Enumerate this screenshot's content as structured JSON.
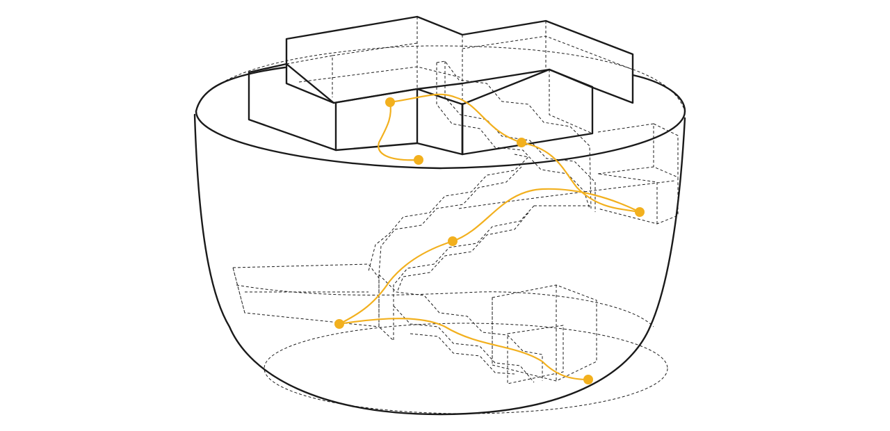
{
  "colors": {
    "background": "#ffffff",
    "outline": "#1a1a1a",
    "route": "#f2b01e"
  },
  "diagram": {
    "nodes": [
      {
        "id": "roof-a"
      },
      {
        "id": "roof-b"
      },
      {
        "id": "upper-junction"
      },
      {
        "id": "east-chamber"
      },
      {
        "id": "mid-stair"
      },
      {
        "id": "lower-west"
      },
      {
        "id": "lower-east"
      }
    ],
    "routes": [
      {
        "from": "roof-b",
        "to": "roof-a"
      },
      {
        "from": "roof-a",
        "to": "upper-junction"
      },
      {
        "from": "upper-junction",
        "to": "east-chamber"
      },
      {
        "from": "east-chamber",
        "to": "mid-stair"
      },
      {
        "from": "mid-stair",
        "to": "lower-west"
      },
      {
        "from": "lower-west",
        "to": "lower-east"
      }
    ]
  }
}
